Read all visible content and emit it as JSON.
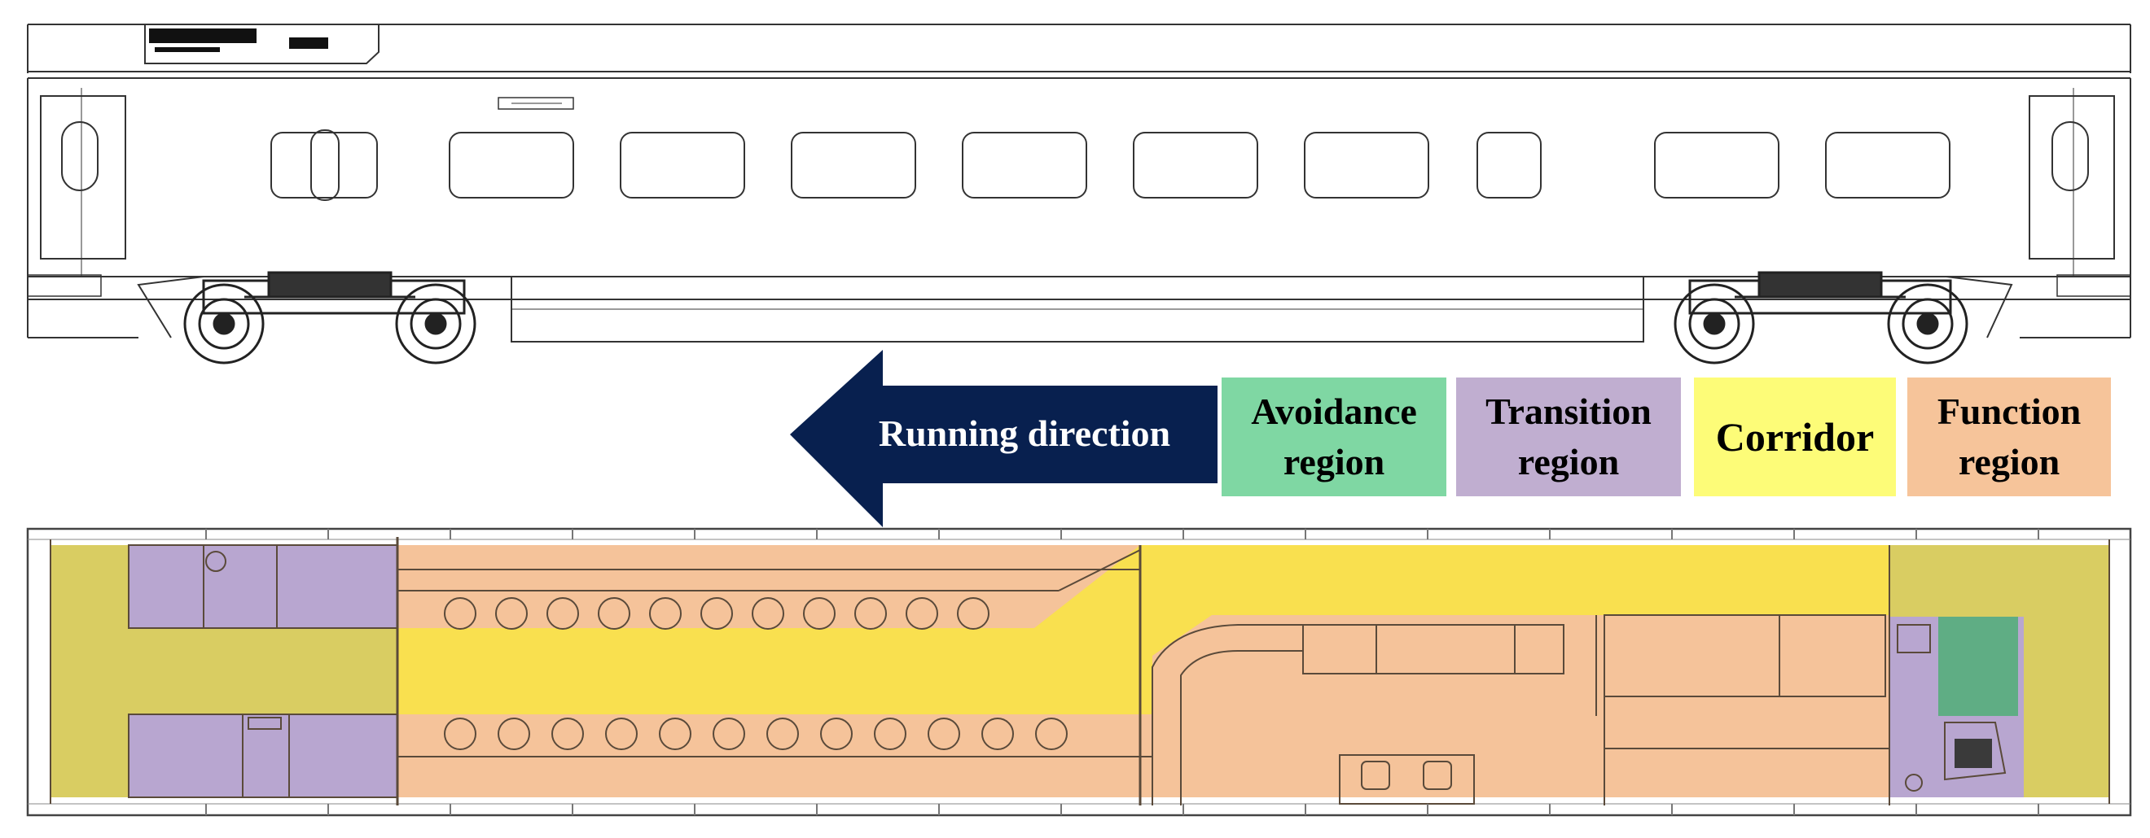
{
  "arrow": {
    "label": "Running direction",
    "color": "#08204f"
  },
  "legend": {
    "avoidance": {
      "label": "Avoidance\nregion",
      "color": "#7fd7a3"
    },
    "transition": {
      "label": "Transition\nregion",
      "color": "#c0aed0"
    },
    "corridor": {
      "label": "Corridor",
      "color": "#fdfc78"
    },
    "function": {
      "label": "Function\nregion",
      "color": "#f6c49a"
    }
  },
  "plan_colors": {
    "avoidance": "#5fad84",
    "transition": "#b8a6d0",
    "corridor": "#f9e04f",
    "function": "#f5c39a",
    "end_overlap": "#d9cd62"
  }
}
